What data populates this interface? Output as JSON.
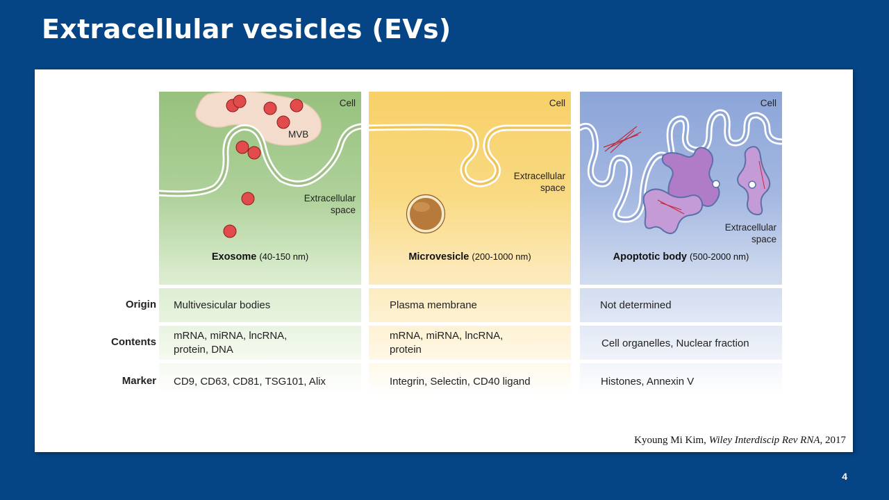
{
  "slide": {
    "title": "Extracellular vesicles (EVs)",
    "page_number": "4"
  },
  "figure": {
    "columns": [
      {
        "cell_label": "Cell",
        "mvb_label": "MVB",
        "space_label_1": "Extracellular",
        "space_label_2": "space",
        "name": "Exosome",
        "size": "(40-150 nm)",
        "color": "#97c17d"
      },
      {
        "cell_label": "Cell",
        "space_label_1": "Extracellular",
        "space_label_2": "space",
        "name": "Microvesicle",
        "size": "(200-1000 nm)",
        "color": "#f7d067"
      },
      {
        "cell_label": "Cell",
        "space_label_1": "Extracellular",
        "space_label_2": "space",
        "name": "Apoptotic body",
        "size": "(500-2000 nm)",
        "color": "#8ca5d8"
      }
    ],
    "rows": [
      {
        "header": "Origin",
        "cells": [
          [
            "Multivesicular bodies"
          ],
          [
            "Plasma membrane"
          ],
          [
            "Not determined"
          ]
        ]
      },
      {
        "header": "Contents",
        "cells": [
          [
            "mRNA, miRNA, lncRNA,",
            "protein, DNA"
          ],
          [
            "mRNA, miRNA, lncRNA,",
            "protein"
          ],
          [
            "Cell organelles, Nuclear fraction"
          ]
        ]
      },
      {
        "header": "Marker",
        "cells": [
          [
            "CD9, CD63, CD81, TSG101, Alix"
          ],
          [
            "Integrin, Selectin, CD40 ligand"
          ],
          [
            "Histones, Annexin V"
          ]
        ]
      }
    ]
  },
  "citation": {
    "author": "Kyoung Mi Kim,",
    "journal": "Wiley Interdiscip Rev RNA",
    "year": ", 2017"
  }
}
